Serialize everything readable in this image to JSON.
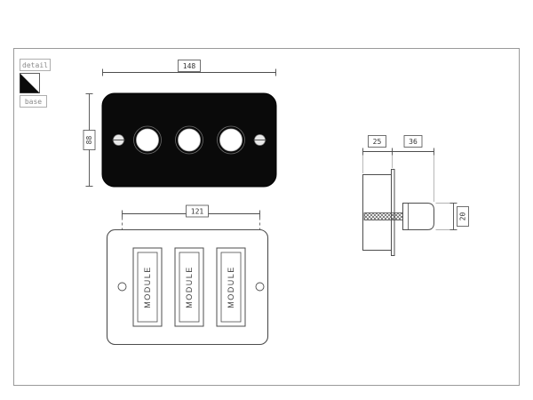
{
  "legend": {
    "detail_label": "detail",
    "base_label": "base"
  },
  "front_view": {
    "width_dim": "148",
    "height_dim": "88"
  },
  "base_view": {
    "width_dim": "121",
    "modules": [
      {
        "label": "MODULE"
      },
      {
        "label": "MODULE"
      },
      {
        "label": "MODULE"
      }
    ]
  },
  "side_view": {
    "box_depth_dim": "25",
    "knob_projection_dim": "36",
    "knob_height_dim": "20"
  },
  "colors": {
    "line": "#4d4d4d",
    "border": "#9a9a9a",
    "plate_fill": "#0a0a0a",
    "dim_text": "#333333",
    "background": "#ffffff"
  }
}
